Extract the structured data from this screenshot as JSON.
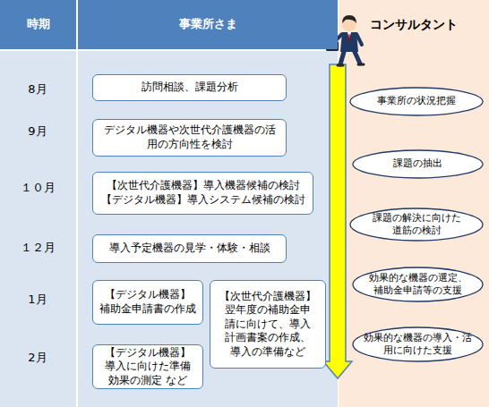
{
  "diagram": {
    "nodes": [
      {
        "text": [
          "時期"
        ]
      },
      {
        "text": [
          "事業所さま"
        ]
      },
      {
        "text": [
          "コンサルタント"
        ]
      },
      {
        "text": [
          "訪問相談、課題分析"
        ]
      },
      {
        "text": [
          "デジタル機器や次世代介護機器の活用の方向性を検討"
        ]
      },
      {
        "text": [
          "【次世代介護機器】導入機器候補の検討",
          "【デジタル機器】導入システム候補の検討"
        ]
      },
      {
        "text": [
          "導入予定機器の見学・体験・相談"
        ]
      },
      {
        "text": [
          "【デジタル機器】",
          "補助金申請書の作成"
        ]
      },
      {
        "text": [
          "【デジタル機器】",
          "導入に向けた準備 効果の測定 など"
        ]
      },
      {
        "text": [
          "【次世代介護機器】",
          "翌年度の補助金申請に向けて、導入計画書案の作成、導入の準備など"
        ]
      },
      {
        "text": [
          "事業所の状況把握"
        ]
      },
      {
        "text": [
          "課題の抽出"
        ]
      },
      {
        "text": [
          "課題の解決に向けた道筋の検討"
        ]
      },
      {
        "text": [
          "効果的な機器の選定、補助金申請等の支援"
        ]
      },
      {
        "text": [
          "効果的な機器の導入・活用に向けた支援"
        ]
      }
    ],
    "labels": [
      "8月",
      "9月",
      "１０月",
      "１２月",
      "1月",
      "2月"
    ]
  }
}
